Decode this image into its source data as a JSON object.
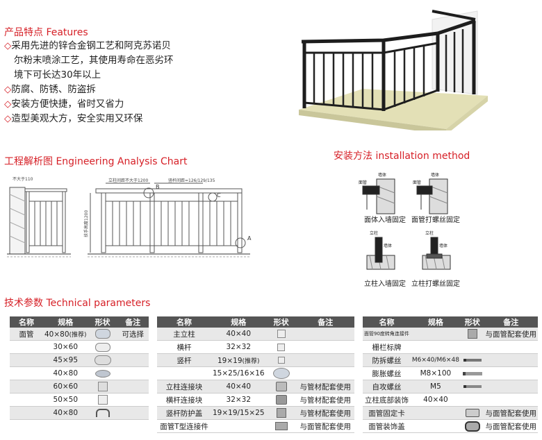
{
  "features": {
    "title": "产品特点 Features",
    "items": [
      {
        "lines": [
          "采用先进的锌合金钢工艺和阿克苏诺贝",
          "尔粉末喷涂工艺，其使用寿命在恶劣环",
          "境下可长达30年以上"
        ]
      },
      {
        "lines": [
          "防腐、防锈、防盗拆"
        ]
      },
      {
        "lines": [
          "安装方便快捷，省时又省力"
        ]
      },
      {
        "lines": [
          "造型美观大方，安全实用又环保"
        ]
      }
    ]
  },
  "engineering": {
    "title": "工程解析图 Engineering Analysis Chart",
    "labels": {
      "left_top": "不大于110",
      "span": "立柱间距不大于1200",
      "spacing": "竖杆间距=126/129/135",
      "height": "扶手高度1200"
    },
    "markers": [
      "B",
      "C",
      "A"
    ]
  },
  "install": {
    "title": "安装方法 installation method",
    "diagrams": [
      {
        "caption": "面体入墙固定",
        "labels": [
          "墙体",
          "面管"
        ]
      },
      {
        "caption": "面管打螺丝固定",
        "labels": [
          "墙体",
          "面管"
        ]
      },
      {
        "caption": "立柱入墙固定",
        "labels": [
          "立柱",
          "墙体"
        ]
      },
      {
        "caption": "立柱打螺丝固定",
        "labels": [
          "立柱",
          "墙体"
        ]
      }
    ]
  },
  "tech": {
    "title": "技术参数 Technical parameters",
    "headers": [
      "名称",
      "规格",
      "形状",
      "备注"
    ],
    "table1": [
      {
        "name": "面管",
        "spec": "40×80",
        "spec_note": "(推荐)",
        "remark": "可选择"
      },
      {
        "name": "",
        "spec": "30×60",
        "spec_note": "",
        "remark": ""
      },
      {
        "name": "",
        "spec": "45×95",
        "spec_note": "",
        "remark": ""
      },
      {
        "name": "",
        "spec": "40×80",
        "spec_note": "",
        "remark": ""
      },
      {
        "name": "",
        "spec": "60×60",
        "spec_note": "",
        "remark": ""
      },
      {
        "name": "",
        "spec": "50×50",
        "spec_note": "",
        "remark": ""
      },
      {
        "name": "",
        "spec": "40×80",
        "spec_note": "",
        "remark": ""
      }
    ],
    "table2": [
      {
        "name": "主立柱",
        "spec": "40×40",
        "spec_note": "",
        "remark": ""
      },
      {
        "name": "横杆",
        "spec": "32×32",
        "spec_note": "",
        "remark": ""
      },
      {
        "name": "竖杆",
        "spec": "19×19",
        "spec_note": "(推荐)",
        "remark": ""
      },
      {
        "name": "",
        "spec": "15×25/16×16",
        "spec_note": "",
        "remark": ""
      },
      {
        "name": "立柱连接块",
        "spec": "40×40",
        "spec_note": "",
        "remark": "与管材配套使用"
      },
      {
        "name": "横杆连接块",
        "spec": "32×32",
        "spec_note": "",
        "remark": "与管材配套使用"
      },
      {
        "name": "竖杆防护盖",
        "spec": "19×19/15×25",
        "spec_note": "",
        "remark": "与管材配套使用"
      },
      {
        "name": "面管T型连接件",
        "spec": "",
        "spec_note": "",
        "remark": "与面管配套使用"
      }
    ],
    "table3": [
      {
        "name": "面管90度转角连接件",
        "spec": "",
        "remark": "与面管配套使用"
      },
      {
        "name": "栅栏标牌",
        "spec": "",
        "remark": ""
      },
      {
        "name": "防拆螺丝",
        "spec": "M6×40/M6×48",
        "remark": ""
      },
      {
        "name": "膨胀螺丝",
        "spec": "M8×100",
        "remark": ""
      },
      {
        "name": "自攻螺丝",
        "spec": "M5",
        "remark": ""
      },
      {
        "name": "立柱底部装饰",
        "spec": "40×40",
        "remark": ""
      },
      {
        "name": "面管固定卡",
        "spec": "",
        "remark": "与面管配套使用"
      },
      {
        "name": "面管装饰盖",
        "spec": "",
        "remark": "与面管配套使用"
      }
    ]
  }
}
